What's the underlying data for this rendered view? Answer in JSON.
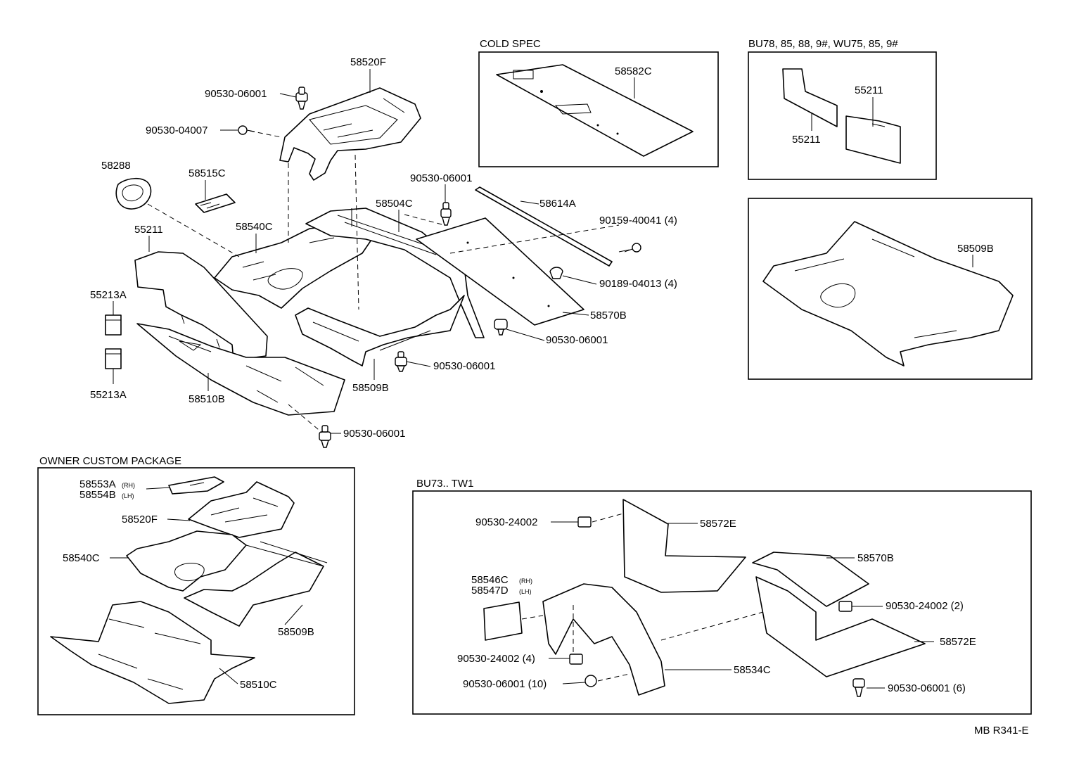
{
  "sections": {
    "cold_spec": "COLD SPEC",
    "bu78": "BU78, 85, 88, 9#, WU75, 85, 9#",
    "owner": "OWNER CUSTOM PACKAGE",
    "bu73": "BU73.. TW1"
  },
  "labels": {
    "p58520F": "58520F",
    "p90530_06001_top": "90530-06001",
    "p90530_04007": "90530-04007",
    "p58288": "58288",
    "p58515C": "58515C",
    "p55211_main": "55211",
    "p58540C_main": "58540C",
    "p58504C": "58504C",
    "p90530_06001_mid": "90530-06001",
    "p58614A": "58614A",
    "p90159_40041": "90159-40041 (4)",
    "p90189_04013": "90189-04013 (4)",
    "p58570B_main": "58570B",
    "p90530_06001_r": "90530-06001",
    "p90530_06001_c": "90530-06001",
    "p55213A_a": "55213A",
    "p55213A_b": "55213A",
    "p58509B_main": "58509B",
    "p58510B": "58510B",
    "p90530_06001_bottom": "90530-06001",
    "p58582C": "58582C",
    "p55211_box_a": "55211",
    "p55211_box_b": "55211",
    "p58509B_box": "58509B",
    "p58553A": "58553A",
    "p58553A_rh": "(RH)",
    "p58554B": "58554B",
    "p58554B_lh": "(LH)",
    "p58520F_owner": "58520F",
    "p58540C_owner": "58540C",
    "p58509B_owner": "58509B",
    "p58510C": "58510C",
    "p90530_24002_a": "90530-24002",
    "p58572E_a": "58572E",
    "p58570B_bu": "58570B",
    "p58546C": "58546C",
    "p58546C_rh": "(RH)",
    "p58547D": "58547D",
    "p58547D_lh": "(LH)",
    "p90530_24002_2": "90530-24002 (2)",
    "p58572E_b": "58572E",
    "p90530_24002_4": "90530-24002 (4)",
    "p58534C": "58534C",
    "p90530_06001_10": "90530-06001 (10)",
    "p90530_06001_6": "90530-06001 (6)"
  },
  "ref_code": "MB R341-E"
}
